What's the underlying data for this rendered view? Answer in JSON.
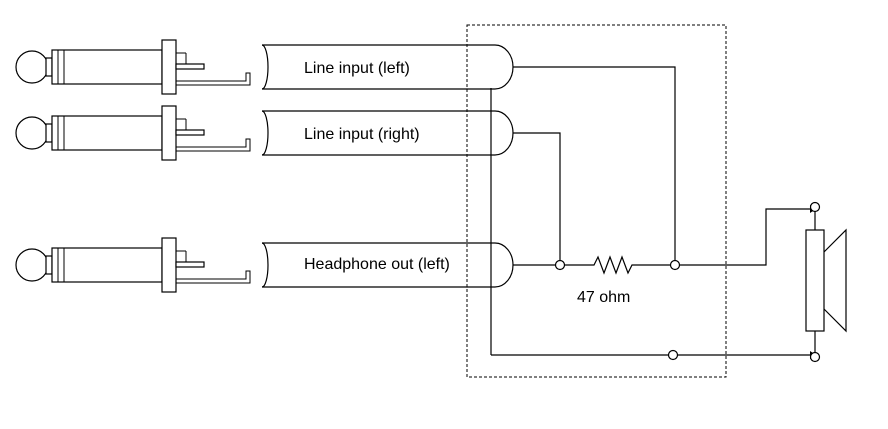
{
  "diagram": {
    "labels": {
      "line_left": "Line input (left)",
      "line_right": "Line input (right)",
      "headphone_left": "Headphone out (left)",
      "resistor": "47 ohm"
    }
  }
}
